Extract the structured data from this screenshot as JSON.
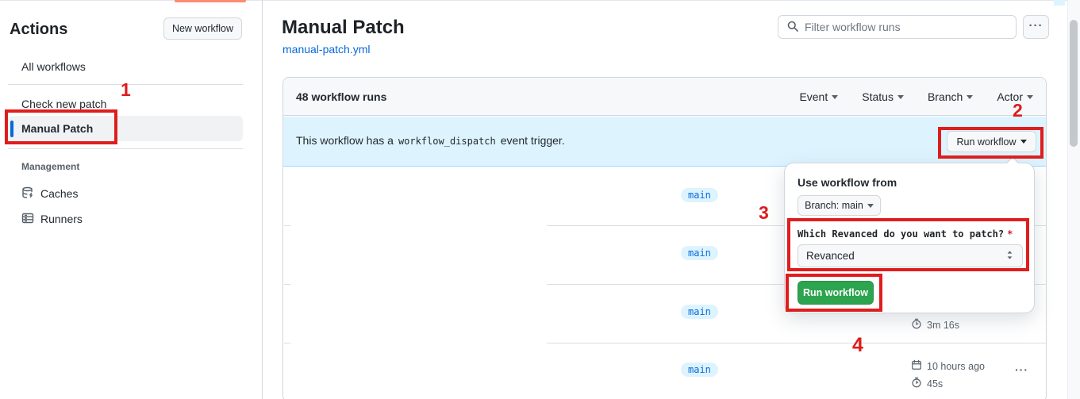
{
  "sidebar": {
    "title": "Actions",
    "new_workflow_label": "New workflow",
    "items": [
      {
        "label": "All workflows"
      },
      {
        "label": "Check new patch"
      },
      {
        "label": "Manual Patch"
      }
    ],
    "section_heading": "Management",
    "management_items": [
      {
        "label": "Caches",
        "icon": "cache-icon"
      },
      {
        "label": "Runners",
        "icon": "server-icon"
      }
    ]
  },
  "header": {
    "title": "Manual Patch",
    "file_link": "manual-patch.yml",
    "filter_placeholder": "Filter workflow runs"
  },
  "runs_panel": {
    "count_label": "48 workflow runs",
    "filters": [
      {
        "label": "Event"
      },
      {
        "label": "Status"
      },
      {
        "label": "Branch"
      },
      {
        "label": "Actor"
      }
    ],
    "banner": {
      "text_before": "This workflow has a",
      "code": "workflow_dispatch",
      "text_after": "event trigger.",
      "run_button_label": "Run workflow"
    },
    "rows": [
      {
        "branch": "main"
      },
      {
        "branch": "main"
      },
      {
        "branch": "main",
        "duration": "3m 16s"
      },
      {
        "branch": "main",
        "date": "10 hours ago",
        "duration": "45s"
      }
    ]
  },
  "run_dialog": {
    "heading": "Use workflow from",
    "branch_button_label": "Branch: main",
    "input_label": "Which Revanced do you want to patch?",
    "required_mark": "*",
    "select_value": "Revanced",
    "run_button_label": "Run workflow"
  },
  "annotations": {
    "steps": [
      "1",
      "2",
      "3",
      "4"
    ]
  },
  "icons": {
    "kebab": "···"
  },
  "colors": {
    "accent_blue": "#0969da",
    "banner_bg": "#ddf4ff",
    "success_green": "#2da44e",
    "annotation_red": "#e01d1d",
    "tab_underline_orange": "#fd8c73"
  }
}
